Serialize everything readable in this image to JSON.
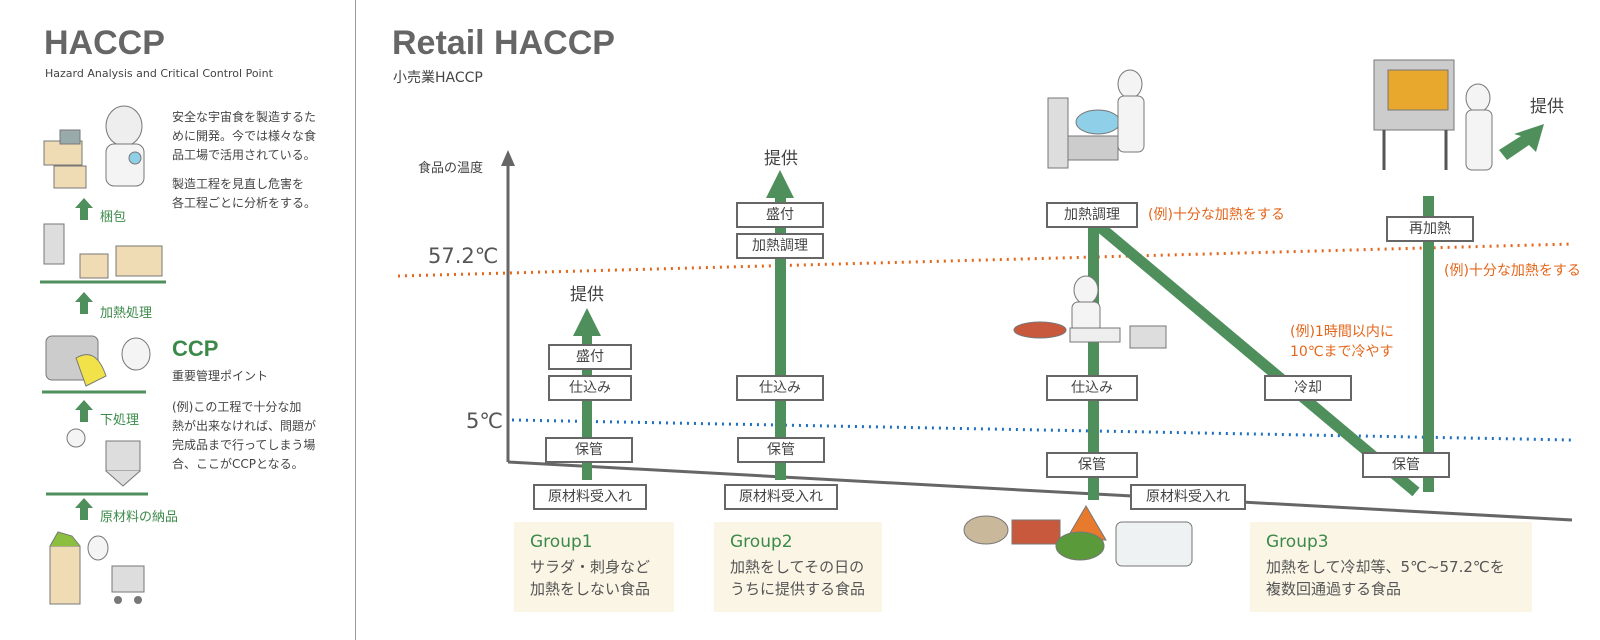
{
  "left_panel": {
    "title": "HACCP",
    "subtitle": "Hazard Analysis and Critical Control Point",
    "desc1": [
      "安全な宇宙食を製造するた",
      "めに開発。今では様々な食",
      "品工場で活用されている。"
    ],
    "desc2": [
      "製造工程を見直し危害を",
      "各工程ごとに分析をする。"
    ],
    "steps": [
      "梱包",
      "加熱処理",
      "下処理",
      "原材料の納品"
    ],
    "ccp_title": "CCP",
    "ccp_subtitle": "重要管理ポイント",
    "ccp_desc": [
      "(例)この工程で十分な加",
      "熱が出来なければ、問題が",
      "完成品まで行ってしまう場",
      "合、ここがCCPとなる。"
    ]
  },
  "main": {
    "title": "Retail HACCP",
    "subtitle": "小売業HACCP",
    "axis_label": "食品の温度",
    "temp_high": "57.2℃",
    "temp_low": "5℃",
    "group1": {
      "serve": "提供",
      "steps": [
        "盛付",
        "仕込み",
        "保管",
        "原材料受入れ"
      ],
      "title": "Group1",
      "desc": [
        "サラダ・刺身など",
        "加熱をしない食品"
      ]
    },
    "group2": {
      "serve": "提供",
      "steps": [
        "盛付",
        "加熱調理",
        "仕込み",
        "保管",
        "原材料受入れ"
      ],
      "title": "Group2",
      "desc": [
        "加熱をしてその日の",
        "うちに提供する食品"
      ]
    },
    "group3": {
      "serve": "提供",
      "steps": {
        "cook": "加熱調理",
        "prep": "仕込み",
        "store1": "保管",
        "receive": "原材料受入れ",
        "cool": "冷却",
        "reheat": "再加熱",
        "store2": "保管"
      },
      "note_cook": "(例)十分な加熱をする",
      "note_reheat": "(例)十分な加熱をする",
      "note_cool": [
        "(例)1時間以内に",
        "10℃まで冷やす"
      ],
      "title": "Group3",
      "desc": [
        "加熱をして冷却等、5℃~57.2℃を",
        "複数回通過する食品"
      ]
    }
  },
  "colors": {
    "green": "#4f8f5c",
    "orange": "#e4661b",
    "blue": "#1f6fc1",
    "axis": "#666666"
  }
}
